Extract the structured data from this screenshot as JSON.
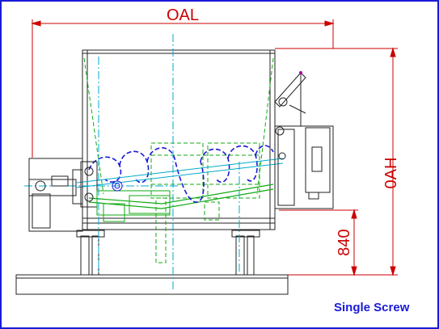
{
  "dimensions": {
    "overall_length": "OAL",
    "overall_height": "0AH",
    "leg_height": "840"
  },
  "caption": "Single Screw",
  "colors": {
    "frame": "#1a1ad6",
    "dimension": "#cc0000",
    "centerline": "#00aacc",
    "outline": "#222222",
    "hidden_line": "#11aa11",
    "screw": "#1a1ad6"
  }
}
